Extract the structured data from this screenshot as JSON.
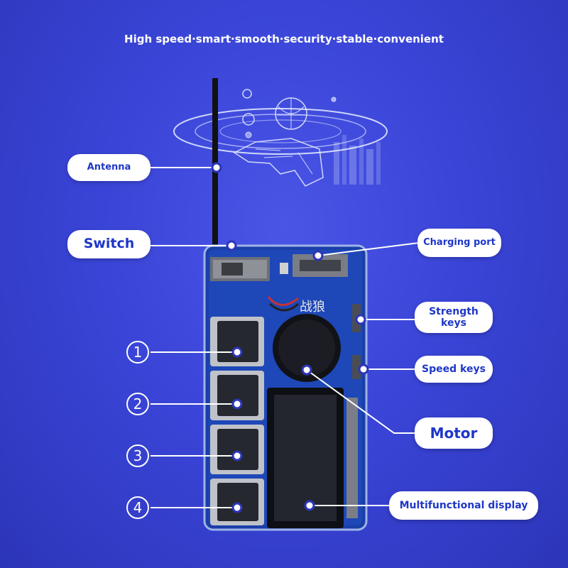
{
  "tagline": "High speed·smart·smooth·security·stable·convenient",
  "labels": {
    "antenna": "Antenna",
    "switch": "Switch",
    "charging_port": "Charging port",
    "strength_keys": "Strength keys",
    "speed_keys": "Speed keys",
    "motor": "Motor",
    "display": "Multifunctional display"
  },
  "buttons": [
    "1",
    "2",
    "3",
    "4"
  ],
  "board_print": "战狼",
  "colors": {
    "background": "#3a45d8",
    "label_text": "#1e37c8",
    "pill": "#ffffff"
  }
}
